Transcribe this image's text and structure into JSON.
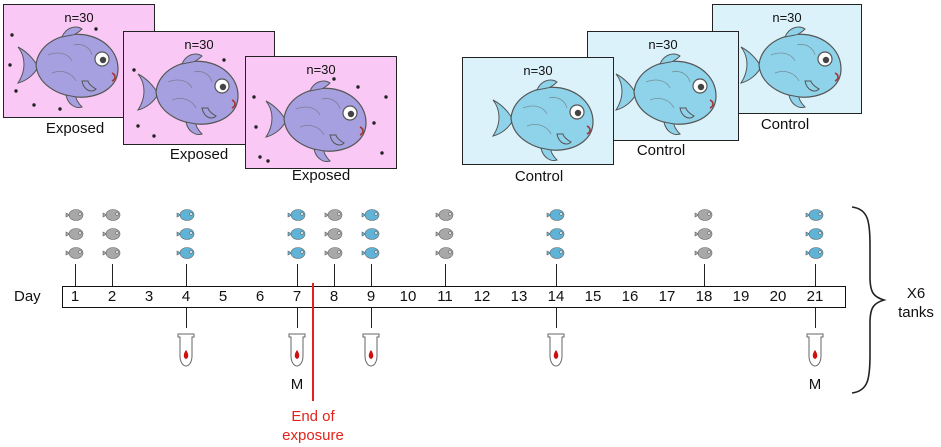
{
  "tanks": {
    "exposed": [
      {
        "n": "n=30",
        "label": "Exposed"
      },
      {
        "n": "n=30",
        "label": "Exposed"
      },
      {
        "n": "n=30",
        "label": "Exposed"
      }
    ],
    "control": [
      {
        "n": "n=30",
        "label": "Control"
      },
      {
        "n": "n=30",
        "label": "Control"
      },
      {
        "n": "n=30",
        "label": "Control"
      }
    ]
  },
  "timeline": {
    "day_label": "Day",
    "days": [
      "1",
      "2",
      "3",
      "4",
      "5",
      "6",
      "7",
      "8",
      "9",
      "10",
      "11",
      "12",
      "13",
      "14",
      "15",
      "16",
      "17",
      "18",
      "19",
      "20",
      "21"
    ],
    "sampling": [
      {
        "day": "1",
        "group": "exposed"
      },
      {
        "day": "2",
        "group": "exposed"
      },
      {
        "day": "4",
        "group": "control"
      },
      {
        "day": "7",
        "group": "control"
      },
      {
        "day": "8",
        "group": "exposed"
      },
      {
        "day": "9",
        "group": "control"
      },
      {
        "day": "11",
        "group": "exposed"
      },
      {
        "day": "14",
        "group": "control"
      },
      {
        "day": "18",
        "group": "exposed"
      },
      {
        "day": "21",
        "group": "control"
      }
    ],
    "blood_samples": [
      "4",
      "7",
      "9",
      "14",
      "21"
    ],
    "m_markers": [
      {
        "day": "7",
        "text": "M"
      },
      {
        "day": "21",
        "text": "M"
      }
    ],
    "end_of_exposure": "End of exposure",
    "end_of_exposure_lines": [
      "End of",
      "exposure"
    ],
    "replicate_label_lines": [
      "X6",
      "tanks"
    ]
  },
  "colors": {
    "exposed_tank": "#f9c8f4",
    "control_tank": "#dcf2fb",
    "exposed_fish": "#a7a0e0",
    "control_fish": "#8fd3ea",
    "mini_fish_exposed": "#a8a8a8",
    "mini_fish_control": "#5fb3d6",
    "end_line": "#e2231a",
    "blood": "#cc1010"
  }
}
